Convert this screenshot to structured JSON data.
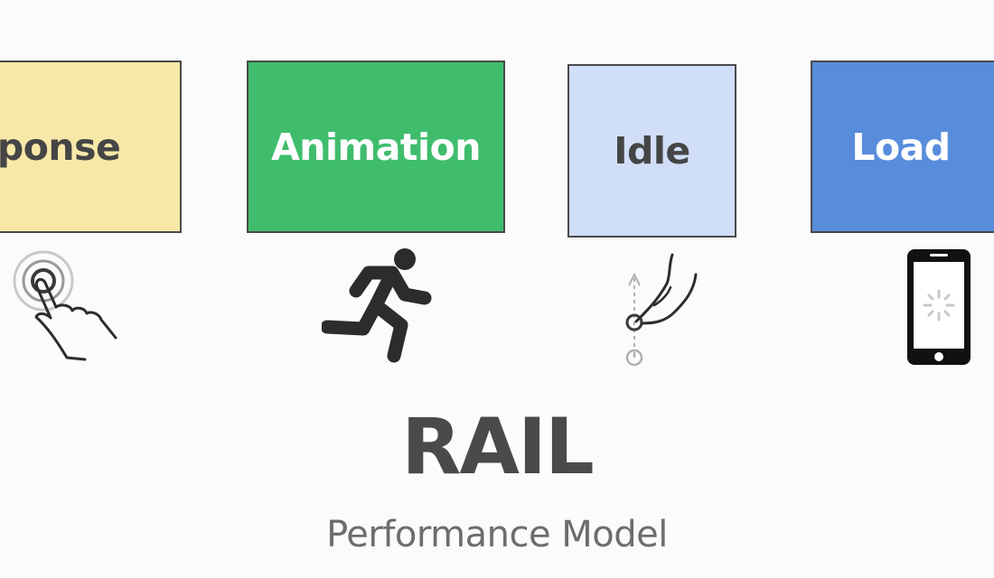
{
  "cards": {
    "response": {
      "label": "esponse",
      "icon": "touch-tap-icon",
      "color": "#f8e8a8"
    },
    "animation": {
      "label": "Animation",
      "icon": "running-person-icon",
      "color": "#3fbd6c"
    },
    "idle": {
      "label": "Idle",
      "icon": "scroll-gesture-icon",
      "color": "#d1def7"
    },
    "load": {
      "label": "Load",
      "icon": "phone-loading-icon",
      "color": "#588ddb"
    }
  },
  "title": "RAIL",
  "subtitle": "Performance Model"
}
